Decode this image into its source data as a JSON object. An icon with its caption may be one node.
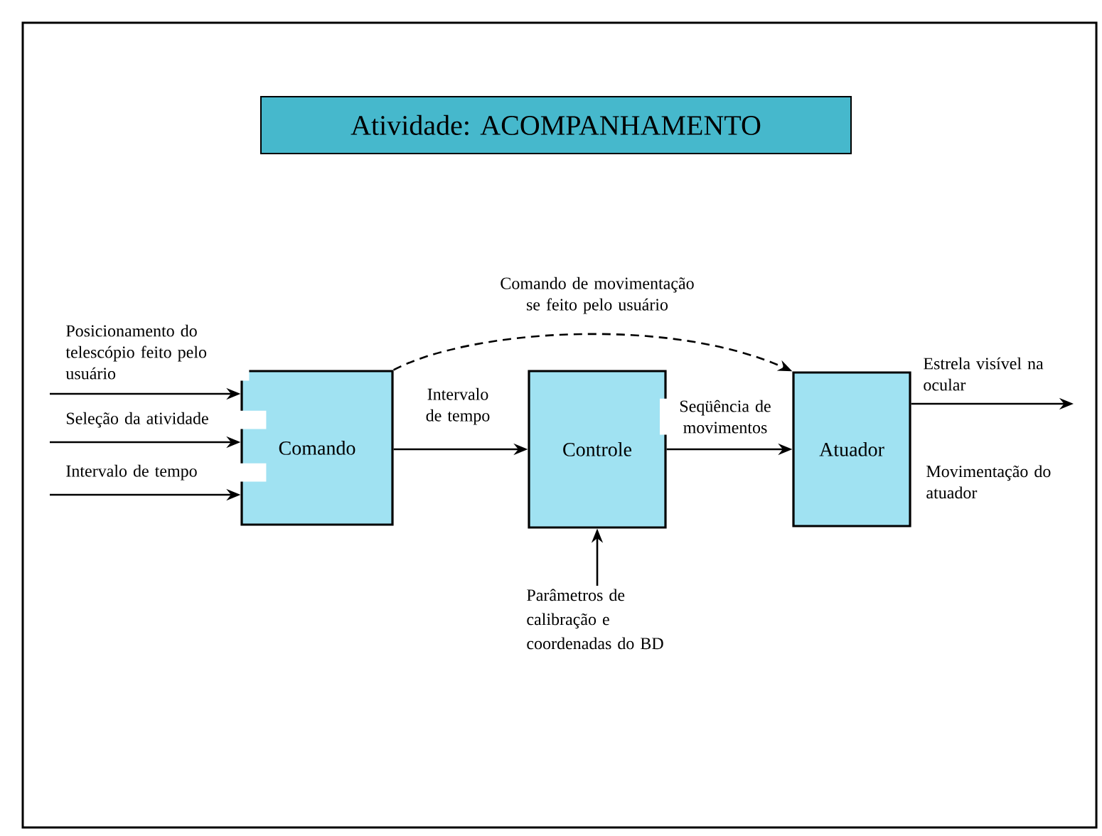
{
  "diagram": {
    "title": "Atividade: ACOMPANHAMENTO",
    "nodes": [
      {
        "text": [
          "Comando"
        ]
      },
      {
        "text": [
          "Controle"
        ]
      },
      {
        "text": [
          "Atuador"
        ]
      },
      {
        "text": [
          "Parâmetros de calibração e coordenadas do BD"
        ]
      }
    ],
    "edges": [
      {
        "from": null,
        "to": 0,
        "arrow": "to",
        "label": "Posicionamento do telescópio feito pelo usuário"
      },
      {
        "from": null,
        "to": 0,
        "arrow": "to",
        "label": "Seleção da atividade"
      },
      {
        "from": null,
        "to": 0,
        "arrow": "to",
        "label": "Intervalo de tempo"
      },
      {
        "from": 0,
        "to": 1,
        "arrow": "to",
        "label": "Intervalo de tempo"
      },
      {
        "from": 0,
        "to": 2,
        "arrow": "to",
        "label": "Comando de movimentação se feito pelo usuário",
        "style": "dashed"
      },
      {
        "from": 1,
        "to": 2,
        "arrow": "to",
        "label": "Seqüência de movimentos"
      },
      {
        "from": 2,
        "to": null,
        "arrow": "to",
        "label": "Estrela visível na ocular"
      },
      {
        "from": 3,
        "to": 1,
        "arrow": "to"
      }
    ],
    "labels": [
      "Movimentação do atuador"
    ]
  }
}
